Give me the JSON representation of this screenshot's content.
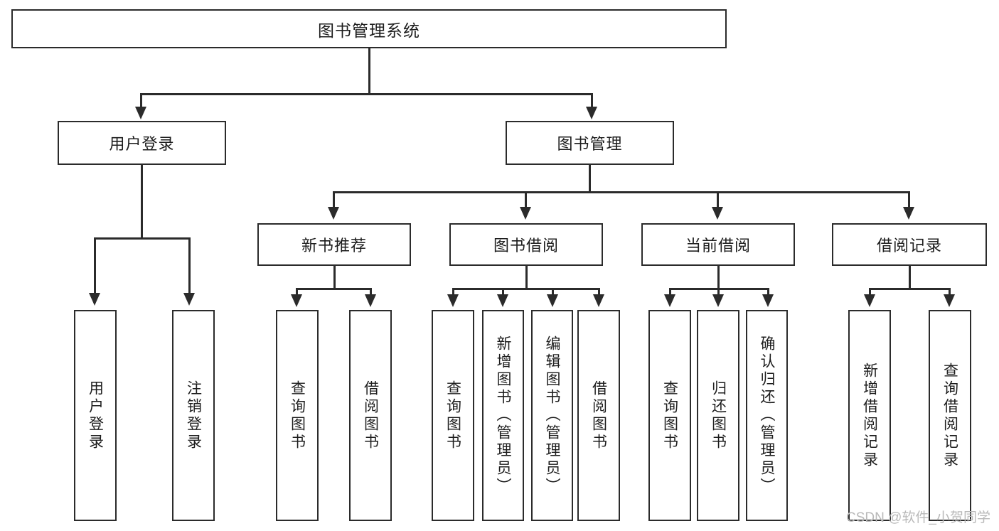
{
  "diagram": {
    "title": "图书管理系统",
    "root": {
      "label": "图书管理系统"
    },
    "level2": [
      {
        "label": "用户登录"
      },
      {
        "label": "图书管理"
      }
    ],
    "level3": [
      {
        "label": "新书推荐"
      },
      {
        "label": "图书借阅"
      },
      {
        "label": "当前借阅"
      },
      {
        "label": "借阅记录"
      }
    ],
    "leaves": {
      "user_login": [
        {
          "label": "用户登录"
        },
        {
          "label": "注销登录"
        }
      ],
      "new_book_recommend": [
        {
          "label": "查询图书"
        },
        {
          "label": "借阅图书"
        }
      ],
      "book_borrow": [
        {
          "label": "查询图书"
        },
        {
          "label": "新增图书（管理员）"
        },
        {
          "label": "编辑图书（管理员）"
        },
        {
          "label": "借阅图书"
        }
      ],
      "current_borrow": [
        {
          "label": "查询图书"
        },
        {
          "label": "归还图书"
        },
        {
          "label": "确认归还（管理员）"
        }
      ],
      "borrow_record": [
        {
          "label": "新增借阅记录"
        },
        {
          "label": "查询借阅记录"
        }
      ]
    }
  },
  "watermark": {
    "text": "CSDN @软件_小贺同学"
  },
  "colors": {
    "stroke": "#2b2b2b",
    "fill": "#ffffff",
    "text": "#1d1d1d",
    "watermark": "#b9b9b9"
  }
}
